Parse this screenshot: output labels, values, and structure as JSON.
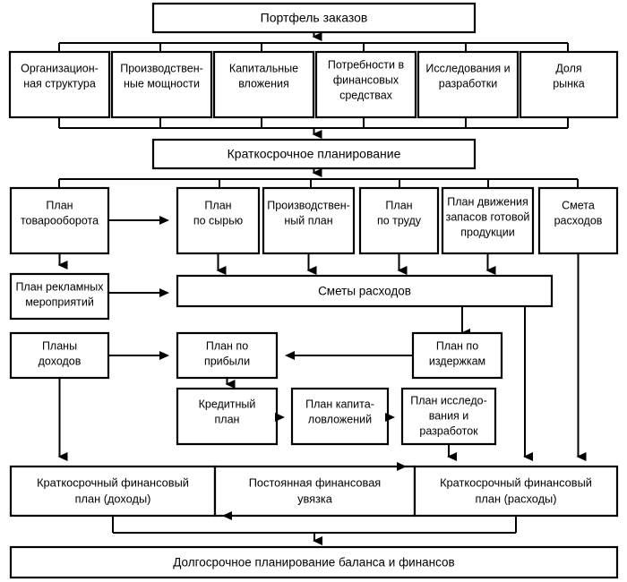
{
  "diagram": {
    "title": "Портфель заказов",
    "language": "ru",
    "nodes": {
      "portfolio": {
        "label": "Портфель заказов"
      },
      "short_term_planning": {
        "label": "Краткосрочное планирование"
      },
      "factors": [
        {
          "id": "org-structure",
          "lines": [
            "Организацион-",
            "ная структура"
          ]
        },
        {
          "id": "production-capacity",
          "lines": [
            "Производствен-",
            "ные мощности"
          ]
        },
        {
          "id": "capital-investment",
          "lines": [
            "Капитальные",
            "вложения"
          ]
        },
        {
          "id": "financial-needs",
          "lines": [
            "Потребности в",
            "финансовых",
            "средствах"
          ]
        },
        {
          "id": "research-development",
          "lines": [
            "Исследования и",
            "разработки"
          ]
        },
        {
          "id": "market-share",
          "lines": [
            "Доля",
            "рынка"
          ]
        }
      ],
      "plans": [
        {
          "id": "turnover-plan",
          "lines": [
            "План",
            "товарооборота"
          ]
        },
        {
          "id": "raw-materials-plan",
          "lines": [
            "План",
            "по сырью"
          ]
        },
        {
          "id": "production-plan",
          "lines": [
            "Производствен-",
            "ный план"
          ]
        },
        {
          "id": "labour-plan",
          "lines": [
            "План",
            "по труду"
          ]
        },
        {
          "id": "inventory-movement-plan",
          "lines": [
            "План движения",
            "запасов готовой",
            "продукции"
          ]
        },
        {
          "id": "cost-estimate",
          "lines": [
            "Смета",
            "расходов"
          ]
        }
      ],
      "advertising_plan": {
        "lines": [
          "План рекламных",
          "мероприятий"
        ]
      },
      "cost_estimates": {
        "label": "Сметы расходов"
      },
      "income_plans": {
        "lines": [
          "Планы",
          "доходов"
        ]
      },
      "profit_plan": {
        "lines": [
          "План по",
          "прибыли"
        ]
      },
      "expense_plan": {
        "lines": [
          "План по",
          "издержкам"
        ]
      },
      "credit_plan": {
        "lines": [
          "Кредитный",
          "план"
        ]
      },
      "capital_investment_plan": {
        "lines": [
          "План капита-",
          "ловложений"
        ]
      },
      "rd_plan": {
        "lines": [
          "План исследо-",
          "вания и",
          "разработок"
        ]
      },
      "financial_plan_income": {
        "lines": [
          "Краткосрочный финансовый",
          "план (доходы)"
        ]
      },
      "financial_linkage": {
        "lines": [
          "Постоянная финансовая",
          "увязка"
        ]
      },
      "financial_plan_expense": {
        "lines": [
          "Краткосрочный финансовый",
          "план (расходы)"
        ]
      },
      "long_term_planning": {
        "label": "Долгосрочное планирование баланса и финансов"
      }
    },
    "colors": {
      "stroke": "#000000",
      "fill": "#ffffff",
      "text": "#000000"
    }
  }
}
